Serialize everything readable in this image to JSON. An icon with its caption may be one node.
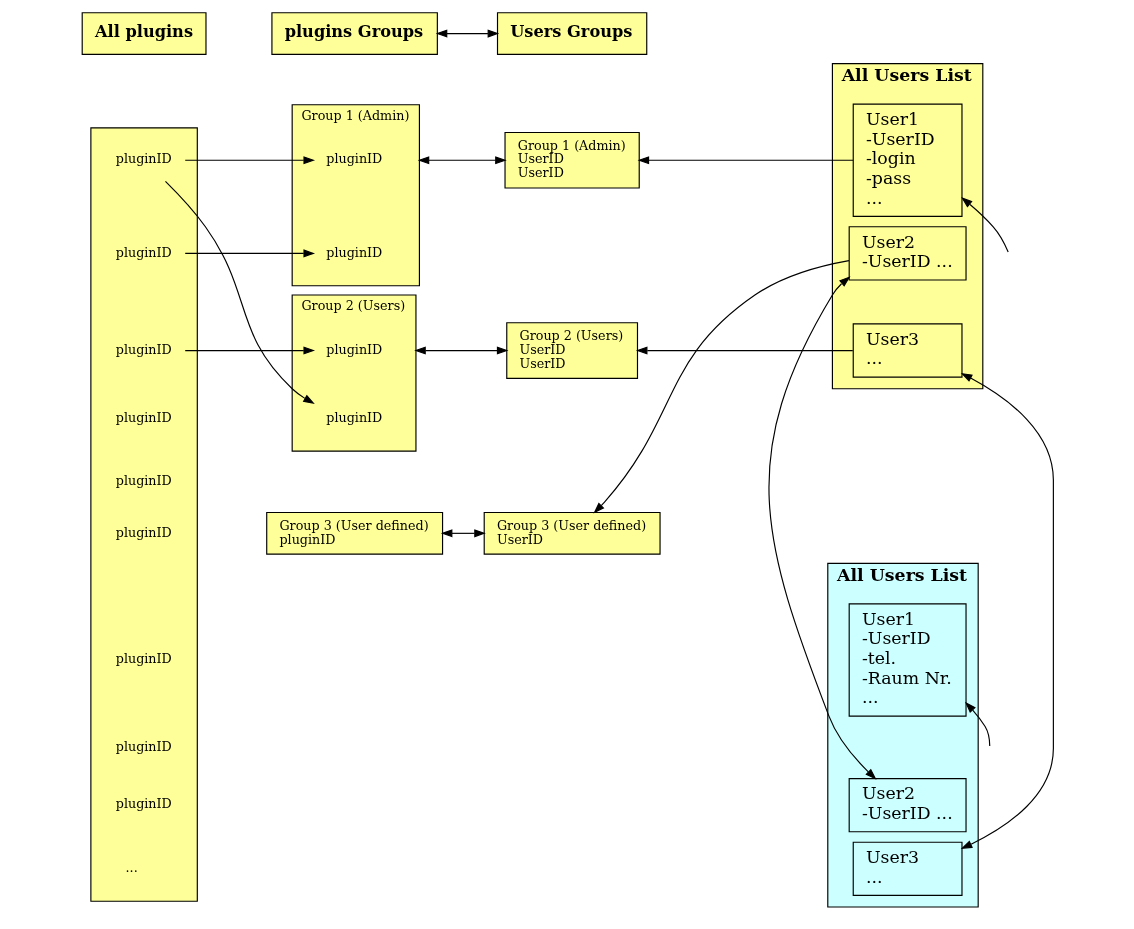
{
  "diagram": {
    "nodes": [
      {
        "text": [
          "All plugins"
        ]
      },
      {
        "text": [
          "plugins Groups"
        ]
      },
      {
        "text": [
          "Users Groups"
        ]
      },
      {
        "text": [
          "All Users List"
        ]
      },
      {
        "text": [
          "User1",
          "-UserID",
          "-login",
          "-pass",
          "..."
        ],
        "in": 3
      },
      {
        "text": [
          "User2",
          "-UserID ..."
        ],
        "in": 3
      },
      {
        "text": [
          "User3",
          "..."
        ],
        "in": 3
      },
      {
        "text": [],
        "shape": "box"
      },
      {
        "text": [
          "pluginID"
        ],
        "in": 7
      },
      {
        "text": [
          "pluginID"
        ],
        "in": 7
      },
      {
        "text": [
          "pluginID"
        ],
        "in": 7
      },
      {
        "text": [
          "pluginID"
        ],
        "in": 7
      },
      {
        "text": [
          "pluginID"
        ],
        "in": 7
      },
      {
        "text": [
          "pluginID"
        ],
        "in": 7
      },
      {
        "text": [
          "pluginID"
        ],
        "in": 7
      },
      {
        "text": [
          "pluginID"
        ],
        "in": 7
      },
      {
        "text": [
          "pluginID"
        ],
        "in": 7
      },
      {
        "text": [
          "..."
        ],
        "in": 7
      },
      {
        "text": [
          "Group 1 (Admin)"
        ]
      },
      {
        "text": [
          "pluginID"
        ],
        "in": 18
      },
      {
        "text": [
          "pluginID"
        ],
        "in": 18
      },
      {
        "text": [
          "Group 1 (Admin)",
          "UserID",
          "UserID"
        ]
      },
      {
        "text": [
          "Group 2 (Users)"
        ]
      },
      {
        "text": [
          "pluginID"
        ],
        "in": 22
      },
      {
        "text": [
          "pluginID"
        ],
        "in": 22
      },
      {
        "text": [
          "Group 2 (Users)",
          "UserID",
          "UserID"
        ]
      },
      {
        "text": [
          "Group 3 (User defined)",
          "pluginID"
        ]
      },
      {
        "text": [
          "Group 3 (User defined)",
          "UserID"
        ]
      },
      {
        "text": [
          "All Users List"
        ]
      },
      {
        "text": [
          "User1",
          "-UserID",
          "-tel.",
          "-Raum Nr.",
          "..."
        ],
        "in": 28
      },
      {
        "text": [
          "User2",
          "-UserID ..."
        ],
        "in": 28
      },
      {
        "text": [
          "User3",
          "..."
        ],
        "in": 28
      }
    ],
    "edges": [
      {
        "from": 8,
        "to": 19,
        "arrow": "to"
      },
      {
        "from": 8,
        "to": 24,
        "arrow": "to"
      },
      {
        "from": 9,
        "to": 20,
        "arrow": "to"
      },
      {
        "from": 10,
        "to": 23,
        "arrow": "to"
      },
      {
        "from": 1,
        "to": 2,
        "arrow": "both"
      },
      {
        "from": 18,
        "to": 21,
        "arrow": "both"
      },
      {
        "from": 22,
        "to": 25,
        "arrow": "both"
      },
      {
        "from": 26,
        "to": 27,
        "arrow": "both"
      },
      {
        "from": 4,
        "to": 21,
        "arrow": "to"
      },
      {
        "from": 5,
        "to": 27,
        "arrow": "to"
      },
      {
        "from": 6,
        "to": 25,
        "arrow": "to"
      },
      {
        "from": null,
        "to": 4,
        "arrow": "to"
      },
      {
        "from": null,
        "to": 29,
        "arrow": "to"
      },
      {
        "from": 5,
        "to": 30,
        "arrow": "both"
      },
      {
        "from": 6,
        "to": 31,
        "arrow": "both"
      }
    ]
  }
}
